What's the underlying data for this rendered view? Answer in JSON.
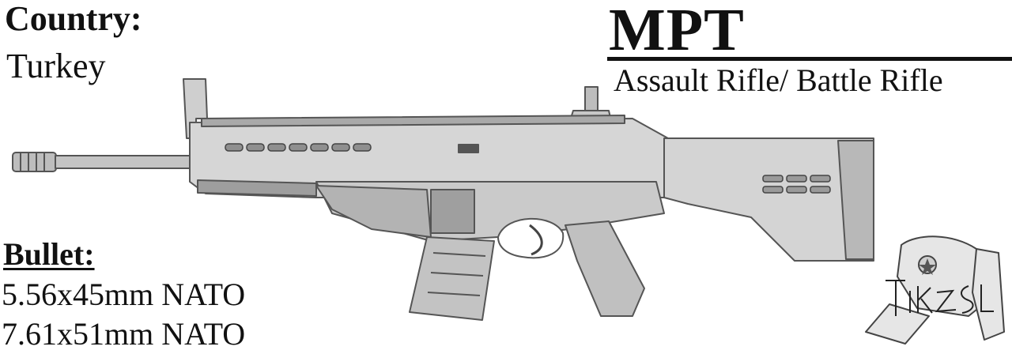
{
  "country": {
    "label": "Country:",
    "value": "Turkey"
  },
  "weapon": {
    "name": "MPT",
    "type": "Assault Rifle/ Battle Rifle"
  },
  "ammunition": {
    "label": "Bullet:",
    "calibers": [
      "5.56x45mm NATO",
      "7.61x51mm NATO"
    ]
  },
  "illustration": {
    "subject": "rifle-drawing",
    "style": "pencil sketch"
  },
  "signature": {
    "icon": "ushanka-hat-with-star-icon"
  },
  "colors": {
    "ink": "#111111",
    "pencil": "#6f6f6f",
    "shade": "#c9c9c9",
    "background": "#ffffff"
  }
}
